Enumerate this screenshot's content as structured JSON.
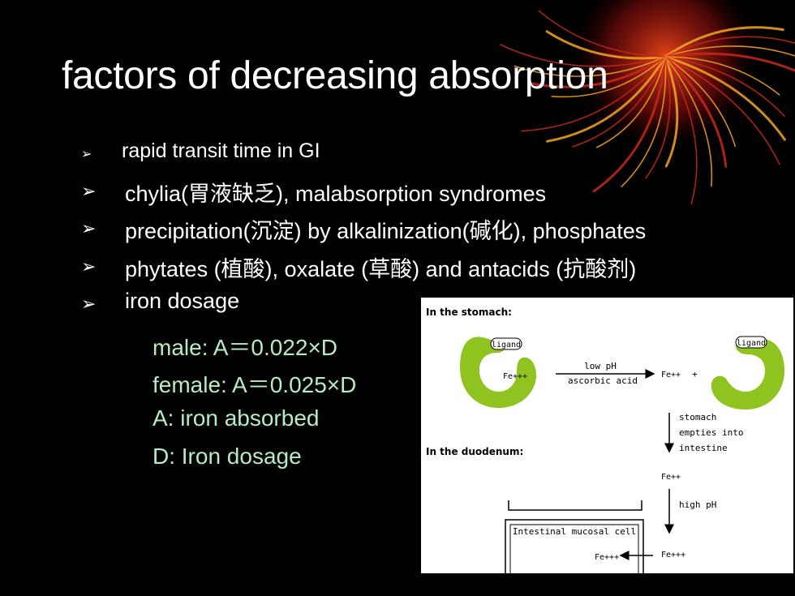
{
  "slide": {
    "title": "factors of decreasing absorption",
    "bullets": [
      "rapid transit time in GI",
      "chylia(胃液缺乏), malabsorption syndromes",
      "precipitation(沉淀) by alkalinization(碱化),  phosphates",
      "phytates (植酸), oxalate  (草酸) and antacids (抗酸剂)",
      "iron dosage"
    ],
    "dosage_lines": [
      "male:     A＝0.022×D",
      "female:   A＝0.025×D",
      "A: iron absorbed",
      "D: Iron dosage"
    ]
  },
  "diagram": {
    "stomach_heading": "In the stomach:",
    "duodenum_heading": "In the duodenum:",
    "ligand": "ligand",
    "fe3": "Fe+++",
    "fe2": "Fe++",
    "low_ph": "low pH",
    "ascorbic_acid": "ascorbic acid",
    "plus": "+",
    "stomach_empties": [
      "stomach",
      "empties into",
      "intestine"
    ],
    "high_ph": "high pH",
    "mucosal_cell": "Intestinal mucosal cell"
  },
  "colors": {
    "background": "#000000",
    "text": "#ffffff",
    "subtext": "#b6ecc3",
    "ligand_green": "#8fc31f",
    "deco_red": "#c8281c",
    "deco_orange": "#f5a623"
  }
}
